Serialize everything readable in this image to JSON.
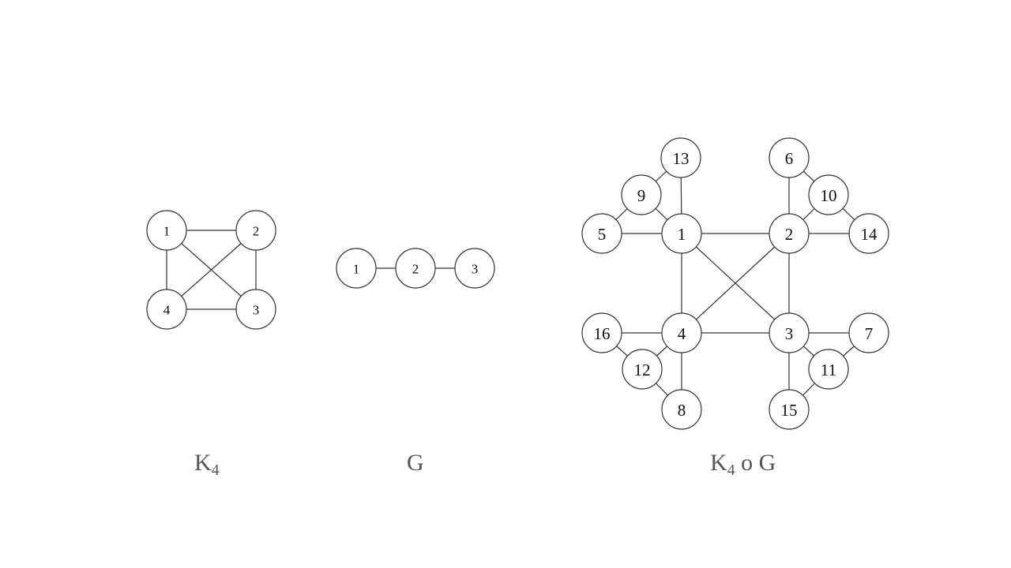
{
  "diagrams": [
    {
      "id": "k4",
      "caption": {
        "main": "K",
        "sub": "4",
        "rest": ""
      },
      "nodes": [
        "1",
        "2",
        "3",
        "4"
      ],
      "edges": [
        [
          "1",
          "2"
        ],
        [
          "2",
          "3"
        ],
        [
          "3",
          "4"
        ],
        [
          "4",
          "1"
        ],
        [
          "1",
          "3"
        ],
        [
          "2",
          "4"
        ]
      ]
    },
    {
      "id": "g",
      "caption": {
        "main": "G",
        "sub": "",
        "rest": ""
      },
      "nodes": [
        "1",
        "2",
        "3"
      ],
      "edges": [
        [
          "1",
          "2"
        ],
        [
          "2",
          "3"
        ]
      ]
    },
    {
      "id": "corona",
      "caption": {
        "main": "K",
        "sub": "4",
        "rest": " o G"
      },
      "nodes": [
        "1",
        "2",
        "3",
        "4",
        "5",
        "6",
        "7",
        "8",
        "9",
        "10",
        "11",
        "12",
        "13",
        "14",
        "15",
        "16"
      ],
      "edges": [
        [
          "1",
          "2"
        ],
        [
          "2",
          "3"
        ],
        [
          "3",
          "4"
        ],
        [
          "4",
          "1"
        ],
        [
          "1",
          "3"
        ],
        [
          "2",
          "4"
        ],
        [
          "1",
          "5"
        ],
        [
          "1",
          "9"
        ],
        [
          "1",
          "13"
        ],
        [
          "5",
          "9"
        ],
        [
          "9",
          "13"
        ],
        [
          "2",
          "6"
        ],
        [
          "2",
          "10"
        ],
        [
          "2",
          "14"
        ],
        [
          "6",
          "10"
        ],
        [
          "10",
          "14"
        ],
        [
          "3",
          "7"
        ],
        [
          "3",
          "11"
        ],
        [
          "3",
          "15"
        ],
        [
          "7",
          "11"
        ],
        [
          "11",
          "15"
        ],
        [
          "4",
          "8"
        ],
        [
          "4",
          "12"
        ],
        [
          "4",
          "16"
        ],
        [
          "8",
          "12"
        ],
        [
          "12",
          "16"
        ]
      ]
    }
  ]
}
